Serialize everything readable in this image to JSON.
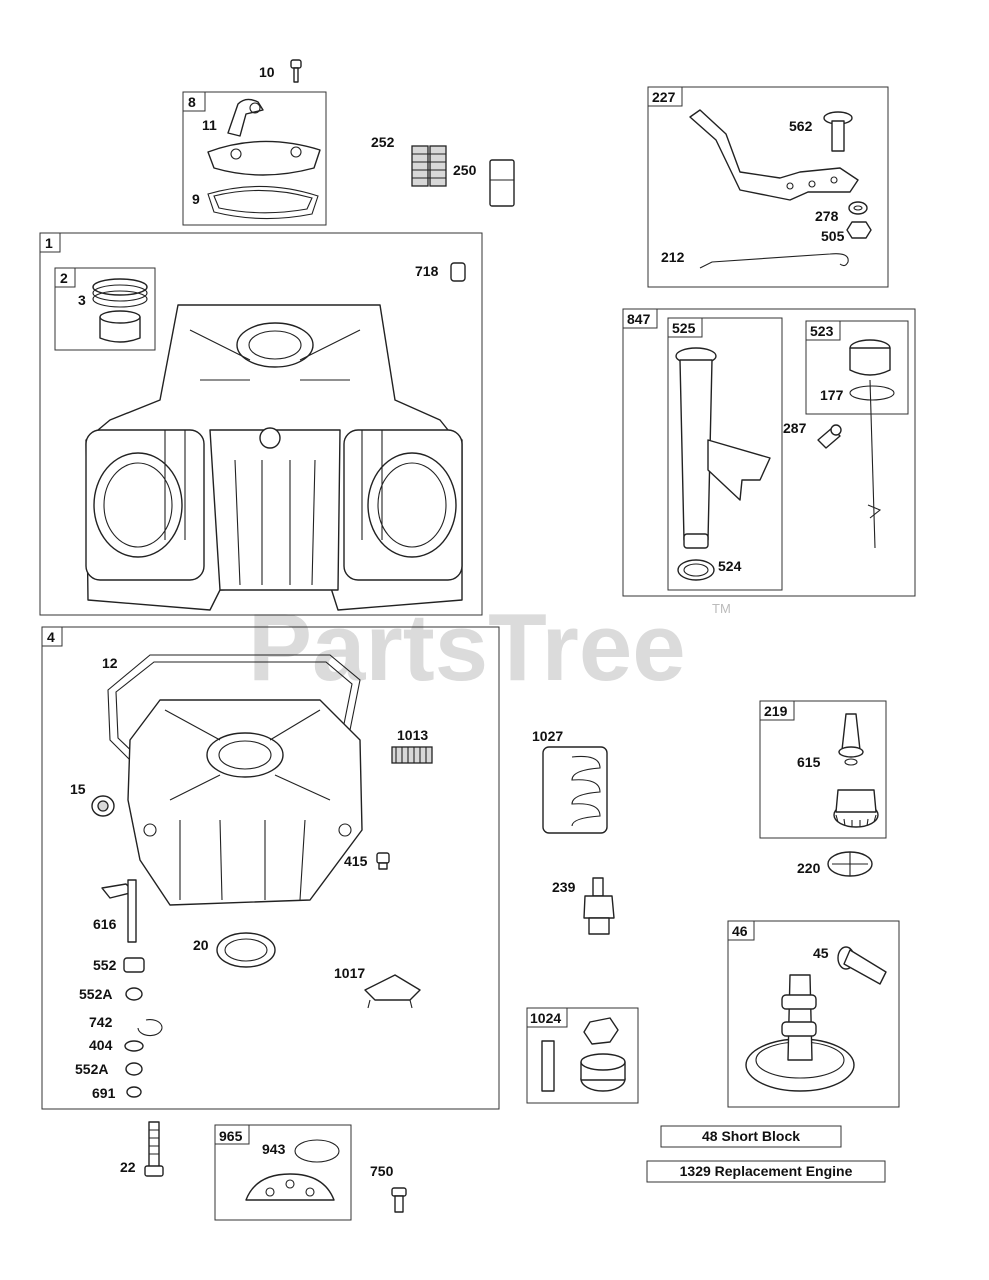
{
  "watermark": {
    "text": "PartsTree",
    "trademark": "TM"
  },
  "groups": {
    "g8": "8",
    "g1": "1",
    "g2": "2",
    "g4": "4",
    "g227": "227",
    "g847": "847",
    "g525": "525",
    "g523": "523",
    "g219": "219",
    "g46": "46",
    "g1024": "1024",
    "g965": "965"
  },
  "parts": {
    "p10": "10",
    "p11": "11",
    "p9": "9",
    "p252": "252",
    "p250": "250",
    "p718": "718",
    "p3": "3",
    "p562": "562",
    "p278": "278",
    "p505": "505",
    "p212": "212",
    "p177": "177",
    "p287": "287",
    "p524": "524",
    "p12": "12",
    "p1013": "1013",
    "p15": "15",
    "p415": "415",
    "p616": "616",
    "p20": "20",
    "p552": "552",
    "p552a1": "552A",
    "p742": "742",
    "p404": "404",
    "p552a2": "552A",
    "p691": "691",
    "p1017": "1017",
    "p1027": "1027",
    "p239": "239",
    "p615": "615",
    "p220": "220",
    "p45": "45",
    "p22": "22",
    "p943": "943",
    "p750": "750"
  },
  "buttons": {
    "short_block": "48 Short Block",
    "replacement_engine": "1329 Replacement Engine"
  }
}
